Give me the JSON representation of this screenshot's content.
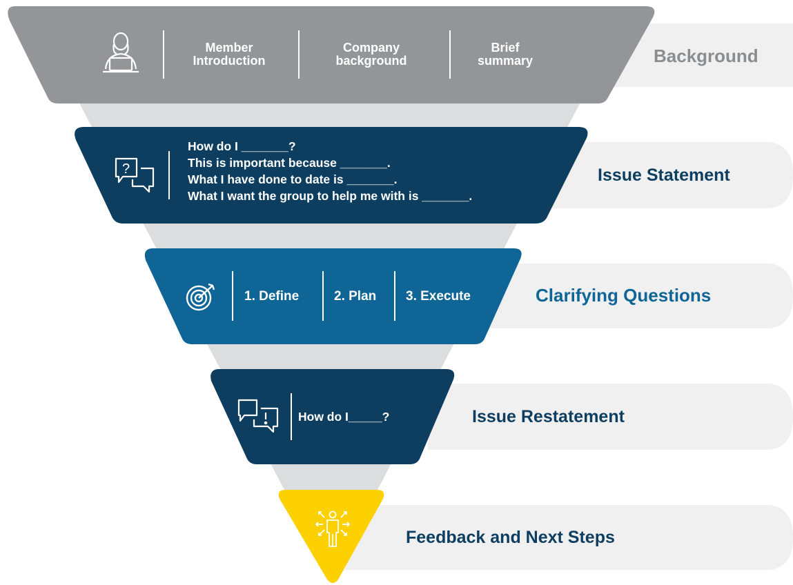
{
  "stages": {
    "background": {
      "label": "Background",
      "items": [
        "Member\nIntroduction",
        "Company\nbackground",
        "Brief\nsummary"
      ],
      "icon": "person-laptop-icon"
    },
    "issue_statement": {
      "label": "Issue Statement",
      "lines": [
        "How do I _______?",
        "This is important because _______.",
        "What I have done to date is _______.",
        "What I want the group to help me with is _______."
      ],
      "icon": "question-chat-icon"
    },
    "clarifying_questions": {
      "label": "Clarifying Questions",
      "steps": [
        "1. Define",
        "2. Plan",
        "3. Execute"
      ],
      "icon": "target-icon"
    },
    "issue_restatement": {
      "label": "Issue Restatement",
      "text": "How do I_____?",
      "icon": "exclamation-chat-icon"
    },
    "feedback": {
      "label": "Feedback and Next Steps",
      "icon": "person-arrows-icon"
    }
  },
  "colors": {
    "gray": "#939598",
    "navy": "#0d3d5f",
    "teal": "#0f6596",
    "yellow": "#fdd000",
    "funnel": "#dcdddf",
    "band": "#f0f0f1"
  }
}
